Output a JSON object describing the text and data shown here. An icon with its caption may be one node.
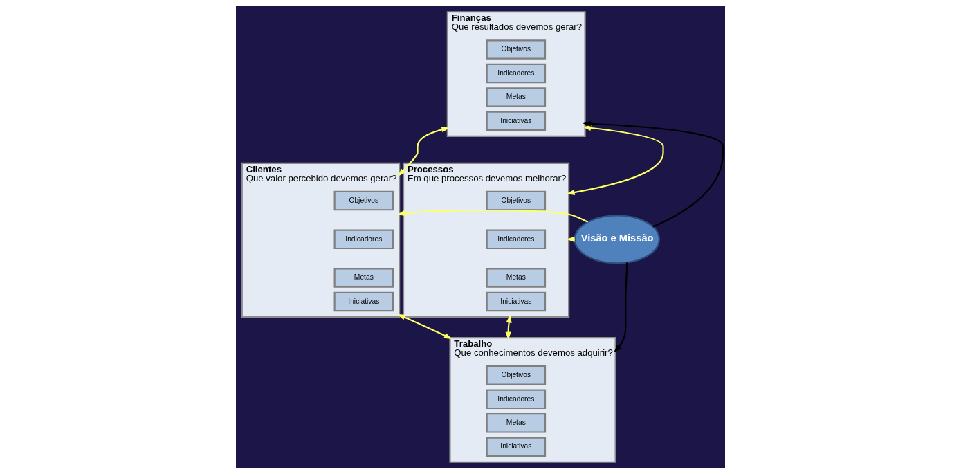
{
  "diagram": {
    "nodes": [
      {
        "text": [
          "Finanças",
          "Que resultados devemos gerar?"
        ]
      },
      {
        "text": [
          "Objetivos"
        ],
        "in": 0
      },
      {
        "text": [
          "Indicadores"
        ],
        "in": 0
      },
      {
        "text": [
          "Metas"
        ],
        "in": 0
      },
      {
        "text": [
          "Iniciativas"
        ],
        "in": 0
      },
      {
        "text": [
          "Processos",
          "Em que processos devemos melhorar?"
        ]
      },
      {
        "text": [
          "Objetivos"
        ],
        "in": 5
      },
      {
        "text": [
          "Indicadores"
        ],
        "in": 5
      },
      {
        "text": [
          "Metas"
        ],
        "in": 5
      },
      {
        "text": [
          "Iniciativas"
        ],
        "in": 5
      },
      {
        "text": [
          "Visão e Missão"
        ]
      },
      {
        "text": [
          "Clientes",
          "Que valor percebido devemos gerar?"
        ]
      },
      {
        "text": [
          "Objetivos"
        ],
        "in": 11
      },
      {
        "text": [
          "Indicadores"
        ],
        "in": 11
      },
      {
        "text": [
          "Metas"
        ],
        "in": 11
      },
      {
        "text": [
          "Iniciativas"
        ],
        "in": 11
      },
      {
        "text": [
          "Trabalho",
          "Que conhecimentos devemos adquirir?"
        ]
      },
      {
        "text": [
          "Objetivos"
        ],
        "in": 16
      },
      {
        "text": [
          "Indicadores"
        ],
        "in": 16
      },
      {
        "text": [
          "Metas"
        ],
        "in": 16
      },
      {
        "text": [
          "Iniciativas"
        ],
        "in": 16
      }
    ],
    "edges": [
      {
        "from": 10,
        "to": 0,
        "arrow": "to",
        "color": "#000000"
      },
      {
        "from": 10,
        "to": 5,
        "arrow": "to"
      },
      {
        "from": 10,
        "to": 11,
        "arrow": "to"
      },
      {
        "from": 10,
        "to": 16,
        "arrow": "to",
        "color": "#000000"
      },
      {
        "from": 5,
        "to": 0,
        "arrow": "both"
      },
      {
        "from": 0,
        "to": 11,
        "arrow": "both"
      },
      {
        "from": 11,
        "to": 16,
        "arrow": "both"
      },
      {
        "from": 16,
        "to": 5,
        "arrow": "both"
      }
    ]
  }
}
